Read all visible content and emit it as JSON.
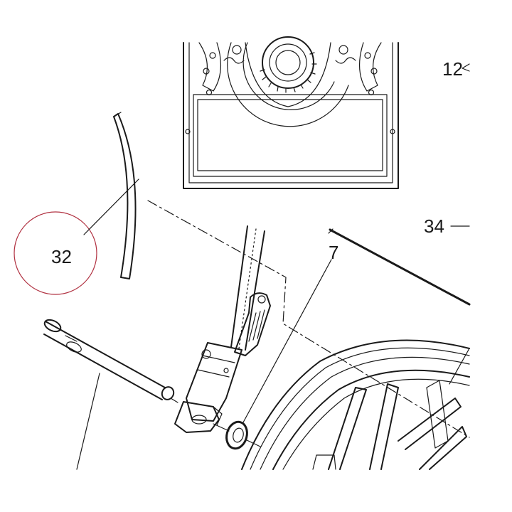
{
  "callouts": [
    {
      "id": "32",
      "label": "32",
      "highlighted": true
    },
    {
      "id": "7",
      "label": "7"
    },
    {
      "id": "34",
      "label": "34"
    },
    {
      "id": "124",
      "label": "12"
    }
  ],
  "colors": {
    "line": "#1a1a1a",
    "highlight_circle": "#b03040",
    "background": "#ffffff"
  },
  "icons": [
    "gear-icon"
  ]
}
